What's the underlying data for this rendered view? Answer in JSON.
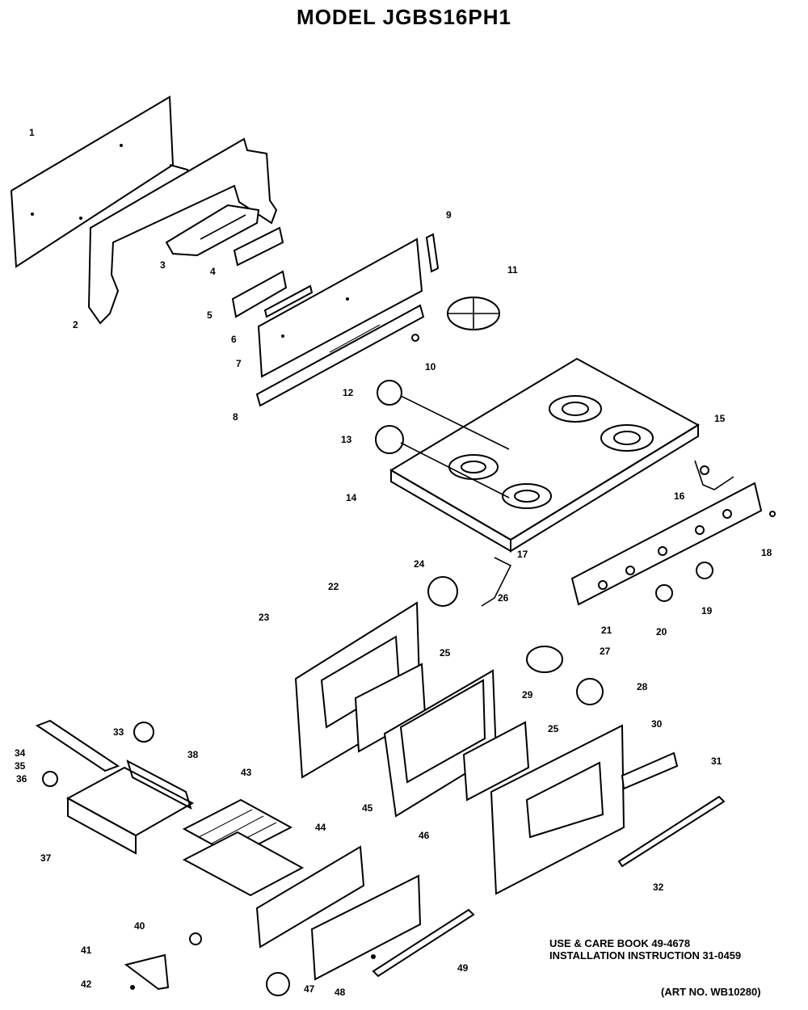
{
  "title": "MODEL JGBS16PH1",
  "notes": {
    "use_care": "USE & CARE BOOK 49-4678",
    "installation": "INSTALLATION INSTRUCTION 31-0459",
    "art_no": "(ART NO. WB10280)"
  },
  "callouts": [
    "1",
    "2",
    "3",
    "4",
    "5",
    "6",
    "7",
    "8",
    "9",
    "10",
    "11",
    "12",
    "13",
    "14",
    "15",
    "16",
    "17",
    "18",
    "19",
    "20",
    "21",
    "22",
    "23",
    "24",
    "25",
    "26",
    "27",
    "28",
    "29",
    "25",
    "30",
    "31",
    "32",
    "33",
    "34",
    "35",
    "36",
    "37",
    "38",
    "40",
    "41",
    "42",
    "43",
    "44",
    "45",
    "46",
    "47",
    "48",
    "49"
  ]
}
